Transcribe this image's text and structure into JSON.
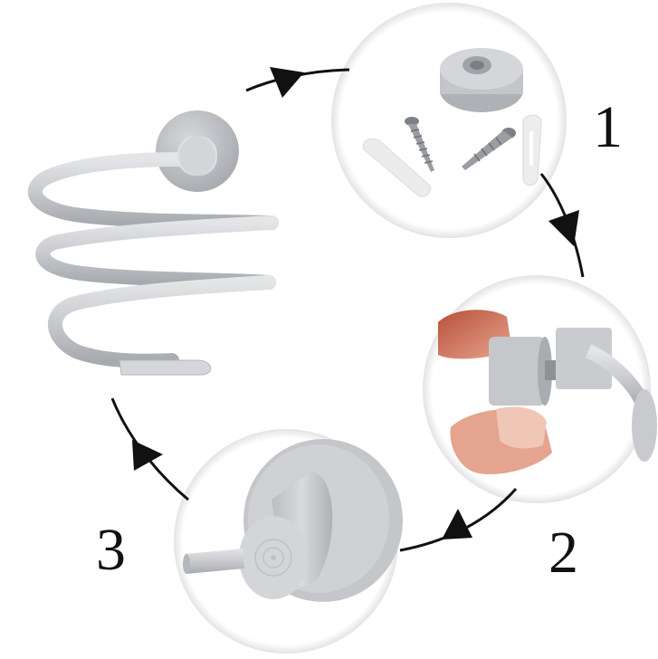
{
  "figure": {
    "description": "Spiral hair dryer holder installation steps",
    "colors": {
      "background": "#ffffff",
      "metal": "#c9cbcf",
      "metal_dark": "#a9acb1",
      "metal_light": "#e3e4e6",
      "arrow": "#111111",
      "skin": "#d9826a",
      "plastic": "#eeeeee",
      "circle_shadow": "#e6e6e6"
    }
  },
  "main_product": {
    "name": "spiral-hair-dryer-holder"
  },
  "steps": [
    {
      "number": "1",
      "content": "wall base, 2 screws, 2 wall anchors"
    },
    {
      "number": "2",
      "content": "screw holder onto wall base by hand"
    },
    {
      "number": "3",
      "content": "mounted base close-up"
    }
  ],
  "arrows": [
    {
      "from": "product",
      "to": "step-1"
    },
    {
      "from": "step-1",
      "to": "step-2"
    },
    {
      "from": "step-2",
      "to": "step-3"
    },
    {
      "from": "step-3",
      "to": "product"
    }
  ]
}
